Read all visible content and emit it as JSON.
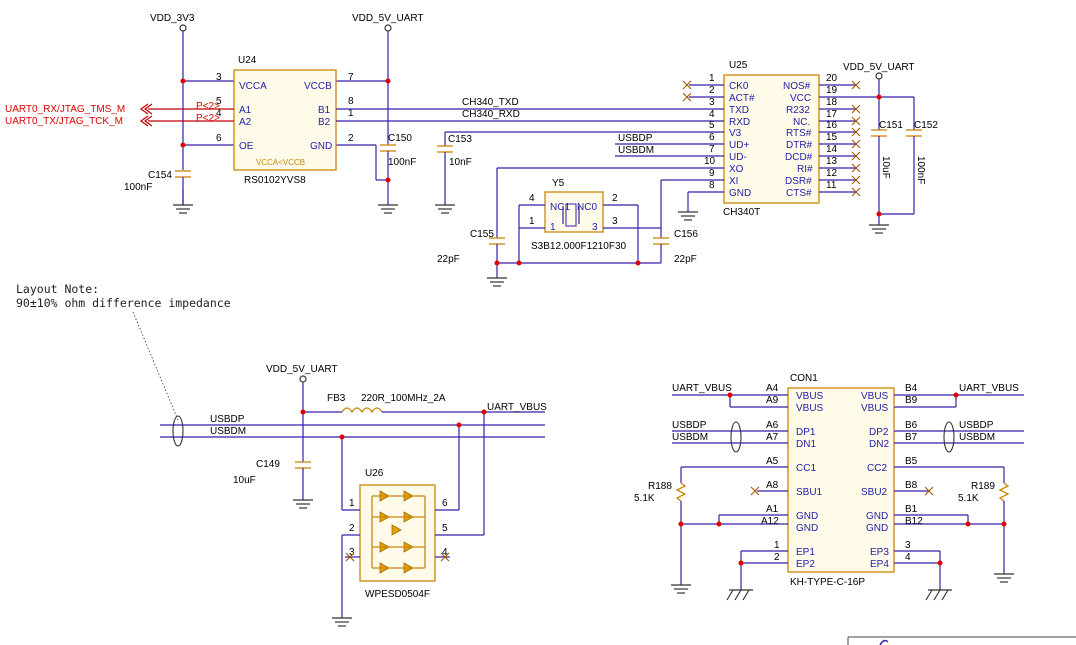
{
  "nets": {
    "vdd_3v3": "VDD_3V3",
    "vdd_5v_uart": "VDD_5V_UART",
    "uart0_rx": "UART0_RX/JTAG_TMS_M",
    "uart0_tx": "UART0_TX/JTAG_TCK_M",
    "ch340_txd": "CH340_TXD",
    "ch340_rxd": "CH340_RXD",
    "usbdp": "USBDP",
    "usbdm": "USBDM",
    "uart_vbus": "UART_VBUS",
    "p_lt_2": "P<2>"
  },
  "u24": {
    "ref": "U24",
    "part": "RS0102YVS8",
    "inner_label": "VCCA<VCCB",
    "pins": [
      {
        "num": "3",
        "name": "VCCA"
      },
      {
        "num": "5",
        "name": "A1"
      },
      {
        "num": "4",
        "name": "A2"
      },
      {
        "num": "6",
        "name": "OE"
      },
      {
        "num": "7",
        "name": "VCCB"
      },
      {
        "num": "8",
        "name": "B1"
      },
      {
        "num": "1",
        "name": "B2"
      },
      {
        "num": "2",
        "name": "GND"
      }
    ]
  },
  "u25": {
    "ref": "U25",
    "part": "CH340T",
    "left_pins": [
      {
        "num": "1",
        "name": "CK0"
      },
      {
        "num": "2",
        "name": "ACT#"
      },
      {
        "num": "3",
        "name": "TXD"
      },
      {
        "num": "4",
        "name": "RXD"
      },
      {
        "num": "5",
        "name": "V3"
      },
      {
        "num": "6",
        "name": "UD+"
      },
      {
        "num": "7",
        "name": "UD-"
      },
      {
        "num": "10",
        "name": "XO"
      },
      {
        "num": "9",
        "name": "XI"
      },
      {
        "num": "8",
        "name": "GND"
      }
    ],
    "right_pins": [
      {
        "num": "20",
        "name": "NOS#"
      },
      {
        "num": "19",
        "name": "VCC"
      },
      {
        "num": "18",
        "name": "R232"
      },
      {
        "num": "17",
        "name": "NC."
      },
      {
        "num": "16",
        "name": "RTS#"
      },
      {
        "num": "15",
        "name": "DTR#"
      },
      {
        "num": "14",
        "name": "DCD#"
      },
      {
        "num": "13",
        "name": "RI#"
      },
      {
        "num": "12",
        "name": "DSR#"
      },
      {
        "num": "11",
        "name": "CTS#"
      }
    ]
  },
  "y5": {
    "ref": "Y5",
    "part": "S3B12.000F1210F30",
    "nc1": "NC1",
    "nc0": "NC0",
    "pins": [
      "4",
      "2",
      "1",
      "3",
      "1",
      "3"
    ]
  },
  "u26": {
    "ref": "U26",
    "part": "WPESD0504F",
    "pins": [
      "1",
      "6",
      "2",
      "5",
      "3",
      "4"
    ]
  },
  "con1": {
    "ref": "CON1",
    "part": "KH-TYPE-C-16P",
    "left_pins": [
      {
        "num": "A4",
        "name": "VBUS"
      },
      {
        "num": "A9",
        "name": "VBUS"
      },
      {
        "num": "A6",
        "name": "DP1"
      },
      {
        "num": "A7",
        "name": "DN1"
      },
      {
        "num": "A5",
        "name": "CC1"
      },
      {
        "num": "A8",
        "name": "SBU1"
      },
      {
        "num": "A1",
        "name": "GND"
      },
      {
        "num": "A12",
        "name": "GND"
      },
      {
        "num": "1",
        "name": "EP1"
      },
      {
        "num": "2",
        "name": "EP2"
      }
    ],
    "right_pins": [
      {
        "num": "B4",
        "name": "VBUS"
      },
      {
        "num": "B9",
        "name": "VBUS"
      },
      {
        "num": "B6",
        "name": "DP2"
      },
      {
        "num": "B7",
        "name": "DN2"
      },
      {
        "num": "B5",
        "name": "CC2"
      },
      {
        "num": "B8",
        "name": "SBU2"
      },
      {
        "num": "B1",
        "name": "GND"
      },
      {
        "num": "B12",
        "name": "GND"
      },
      {
        "num": "3",
        "name": "EP3"
      },
      {
        "num": "4",
        "name": "EP4"
      }
    ]
  },
  "caps": {
    "c150": {
      "ref": "C150",
      "value": "100nF"
    },
    "c153": {
      "ref": "C153",
      "value": "10nF"
    },
    "c154": {
      "ref": "C154",
      "value": "100nF"
    },
    "c151": {
      "ref": "C151",
      "value": "10uF"
    },
    "c152": {
      "ref": "C152",
      "value": "100nF"
    },
    "c155": {
      "ref": "C155",
      "value": "22pF"
    },
    "c156": {
      "ref": "C156",
      "value": "22pF"
    },
    "c149": {
      "ref": "C149",
      "value": "10uF"
    }
  },
  "resistors": {
    "r188": {
      "ref": "R188",
      "value": "5.1K"
    },
    "r189": {
      "ref": "R189",
      "value": "5.1K"
    }
  },
  "fb3": {
    "ref": "FB3",
    "value": "220R_100MHz_2A"
  },
  "layout_note": {
    "line1": "Layout Note:",
    "line2": "90±10% ohm difference impedance"
  },
  "colors": {
    "wire": "#3a1fa8",
    "red_net": "#c00000",
    "body": "#c8860a",
    "junction": "#e00000"
  }
}
